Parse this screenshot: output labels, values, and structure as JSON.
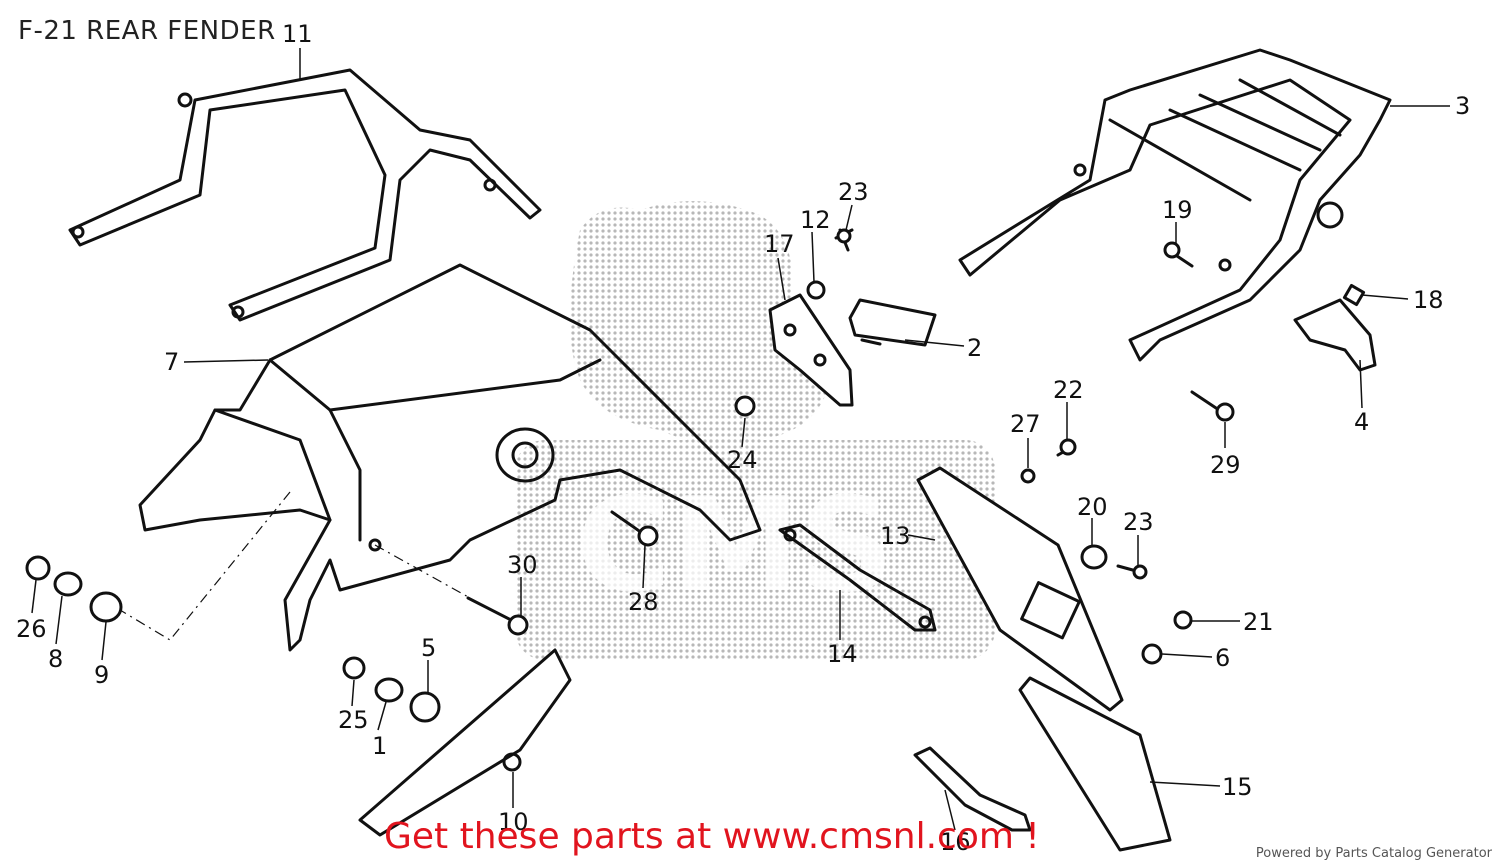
{
  "title": "F-21 REAR FENDER",
  "cta": "Get these parts at www.cmsnl.com !",
  "powered_by": "Powered by Parts Catalog Generator",
  "watermark": "CMS",
  "colors": {
    "cta": "#e1141e",
    "line": "#111111",
    "watermark": "#bdbdbd"
  },
  "callouts": [
    {
      "id": "c11",
      "text": "11"
    },
    {
      "id": "c3",
      "text": "3"
    },
    {
      "id": "c23a",
      "text": "23"
    },
    {
      "id": "c12",
      "text": "12"
    },
    {
      "id": "c17",
      "text": "17"
    },
    {
      "id": "c19",
      "text": "19"
    },
    {
      "id": "c18",
      "text": "18"
    },
    {
      "id": "c7",
      "text": "7"
    },
    {
      "id": "c2",
      "text": "2"
    },
    {
      "id": "c4",
      "text": "4"
    },
    {
      "id": "c22",
      "text": "22"
    },
    {
      "id": "c27",
      "text": "27"
    },
    {
      "id": "c24",
      "text": "24"
    },
    {
      "id": "c29",
      "text": "29"
    },
    {
      "id": "c20",
      "text": "20"
    },
    {
      "id": "c23b",
      "text": "23"
    },
    {
      "id": "c13",
      "text": "13"
    },
    {
      "id": "c30",
      "text": "30"
    },
    {
      "id": "c28",
      "text": "28"
    },
    {
      "id": "c26",
      "text": "26"
    },
    {
      "id": "c8",
      "text": "8"
    },
    {
      "id": "c9",
      "text": "9"
    },
    {
      "id": "c5",
      "text": "5"
    },
    {
      "id": "c25",
      "text": "25"
    },
    {
      "id": "c1",
      "text": "1"
    },
    {
      "id": "c14",
      "text": "14"
    },
    {
      "id": "c21",
      "text": "21"
    },
    {
      "id": "c6",
      "text": "6"
    },
    {
      "id": "c15",
      "text": "15"
    },
    {
      "id": "c10",
      "text": "10"
    },
    {
      "id": "c16",
      "text": "16"
    }
  ]
}
